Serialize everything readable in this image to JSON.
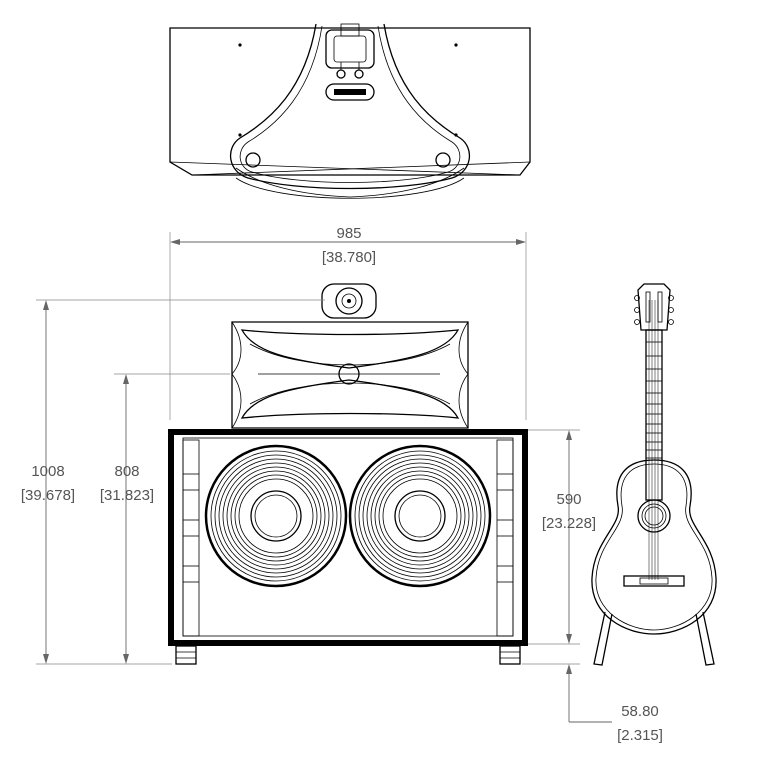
{
  "dimensions": {
    "width": {
      "mm": "985",
      "inch": "[38.780]"
    },
    "total_height": {
      "mm": "1008",
      "inch": "[39.678]"
    },
    "horn_center_height": {
      "mm": "808",
      "inch": "[31.823]"
    },
    "cabinet_height": {
      "mm": "590",
      "inch": "[23.228]"
    },
    "foot_height": {
      "mm": "58.80",
      "inch": "[2.315]"
    }
  }
}
